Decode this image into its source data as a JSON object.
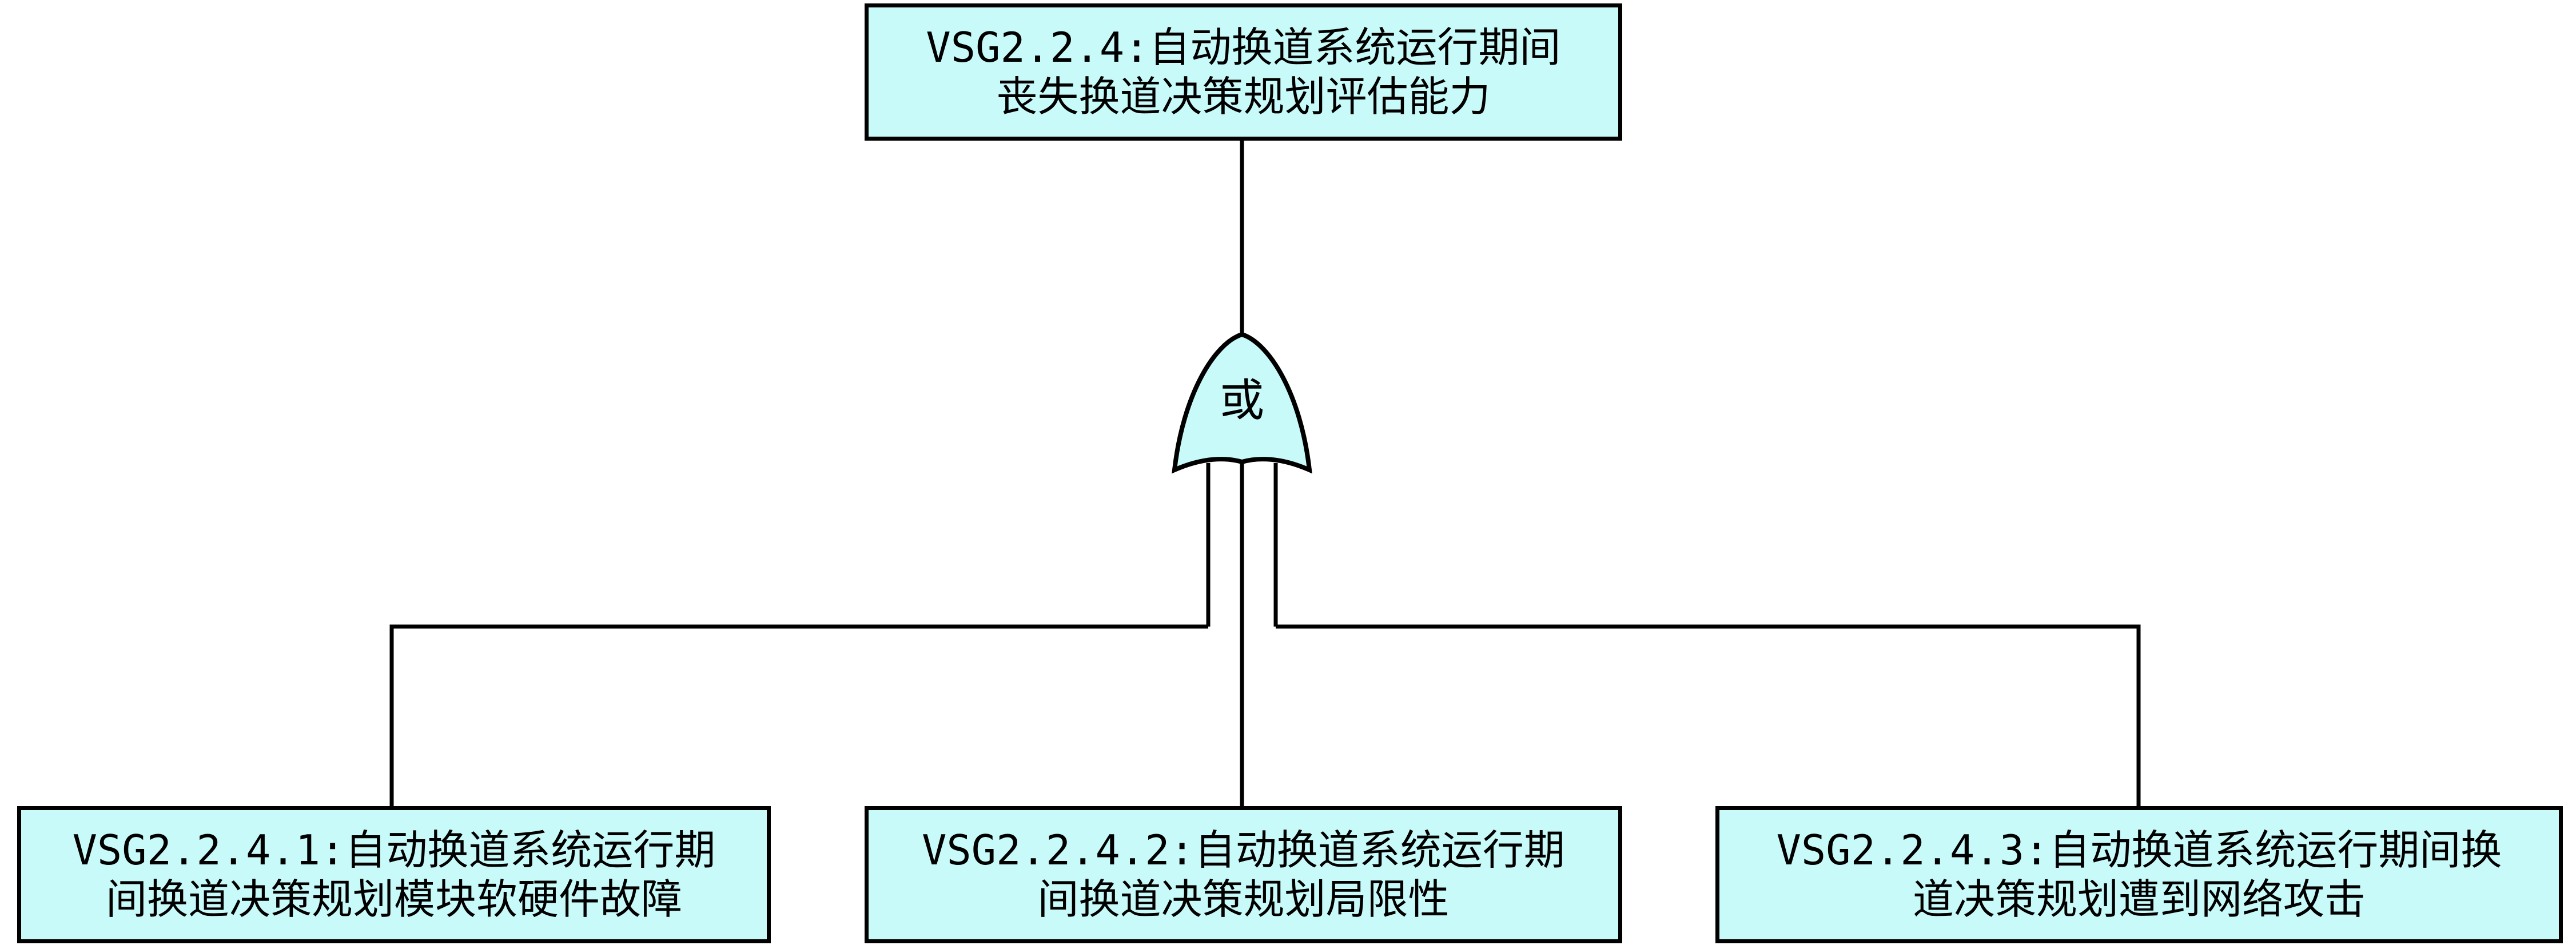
{
  "colors": {
    "box_fill": "#c8fafa",
    "gate_fill": "#c8fafa",
    "stroke": "#000000"
  },
  "top_event": {
    "line1": "VSG2.2.4:自动换道系统运行期间",
    "line2": "丧失换道决策规划评估能力"
  },
  "gate": {
    "type": "or-gate-icon",
    "label": "或"
  },
  "basic_events": [
    {
      "line1": "VSG2.2.4.1:自动换道系统运行期",
      "line2": "间换道决策规划模块软硬件故障"
    },
    {
      "line1": "VSG2.2.4.2:自动换道系统运行期",
      "line2": "间换道决策规划局限性"
    },
    {
      "line1": "VSG2.2.4.3:自动换道系统运行期间换",
      "line2": "道决策规划遭到网络攻击"
    }
  ]
}
